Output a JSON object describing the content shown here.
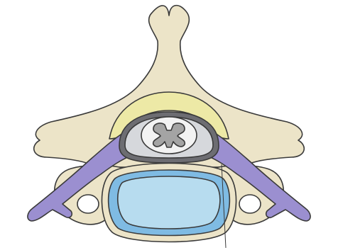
{
  "colors": {
    "bone": "#ece4c8",
    "outline": "#3a3a3a",
    "ligamentum_flavum": "#ede9a6",
    "dura": "#6d6d72",
    "csf_space": "#d6d8dc",
    "spinal_cord": "#f3f3f3",
    "gray_matter": "#a4a4a4",
    "nerve_root": "#9b8fd0",
    "disc_outer": "#b7dcef",
    "disc_inner": "#7fbbe3",
    "background": "#ffffff"
  },
  "structures": [
    "spinous-process",
    "lamina",
    "transverse-process-left",
    "transverse-process-right",
    "ligamentum-flavum",
    "spinal-canal",
    "spinal-cord",
    "gray-matter",
    "vertebral-body",
    "intervertebral-disc",
    "nucleus-pulposus",
    "nerve-root-left",
    "nerve-root-right",
    "foramen-transversarium-left",
    "foramen-transversarium-right",
    "pointer-line"
  ]
}
